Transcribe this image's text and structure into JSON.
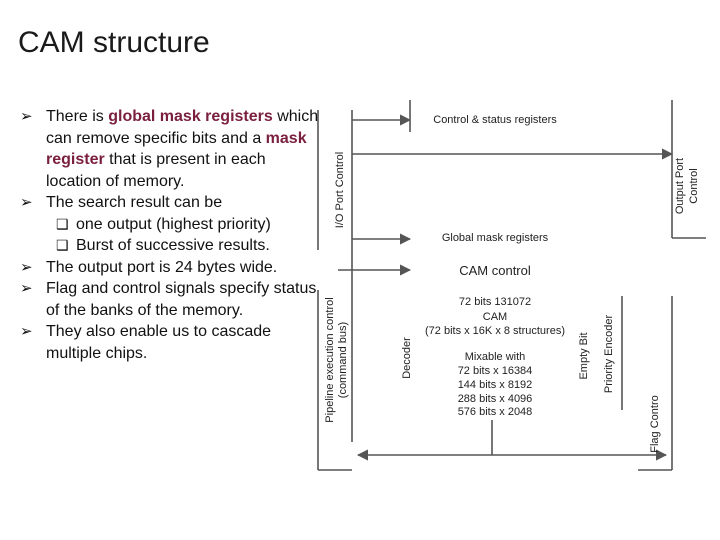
{
  "title": "CAM structure",
  "bullets": [
    {
      "pre": "There is ",
      "hl1": "global mask registers",
      "mid": " which can remove specific bits and a ",
      "hl2": "mask register",
      "post": " that is present in each location of memory."
    },
    {
      "text": "The search result can be"
    },
    {
      "sub": true,
      "text": "one output (highest priority)"
    },
    {
      "sub": true,
      "text": "Burst of successive results."
    },
    {
      "text": "The output port is 24 bytes wide."
    },
    {
      "text": "Flag and control signals specify status of the banks of the memory."
    },
    {
      "text": "They also enable us to cascade multiple chips."
    }
  ],
  "colors": {
    "highlight": "#7a1f3d",
    "line": "#555555"
  },
  "diagram": {
    "io_port_control": "I/O Port Control",
    "control_status": "Control & status registers",
    "output_port_control_1": "Output Port",
    "output_port_control_2": "Control",
    "global_mask": "Global mask registers",
    "cam_control": "CAM control",
    "cam_lines": [
      "72 bits 131072",
      "CAM",
      "(72 bits x 16K x 8 structures)"
    ],
    "mixable_lines": [
      "Mixable with",
      "72 bits x 16384",
      "144 bits x 8192",
      "288 bits x 4096",
      "576 bits x 2048"
    ],
    "pipeline_1": "Pipeline execution control",
    "pipeline_2": "(command bus)",
    "decoder": "Decoder",
    "empty_bit": "Empty Bit",
    "priority_encoder": "Priority Encoder",
    "flag_control": "Flag Contro"
  }
}
